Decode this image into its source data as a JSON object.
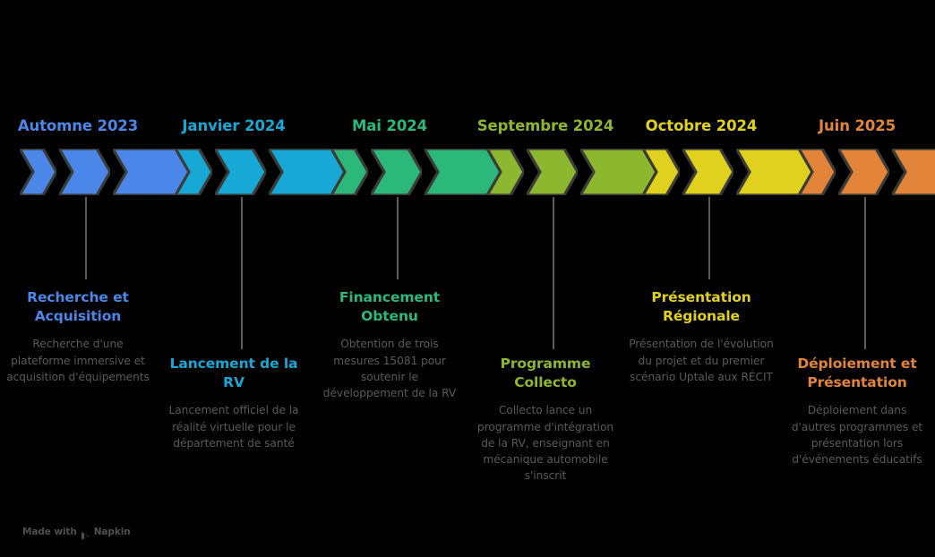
{
  "meta": {
    "background_color": "#000000",
    "description_color": "#5a5a58",
    "connector_color": "#5b5b5b",
    "chevron_stroke_color": "#3b3b38"
  },
  "footer": {
    "watermark_text": "Made with",
    "brand": "Napkin",
    "logo_icon": "play-triangle-icon"
  },
  "timeline": {
    "milestones": [
      {
        "date": "Automne 2023",
        "title": "Recherche et Acquisition",
        "description": "Recherche d'une plateforme immersive et acquisition d'équipements",
        "color": "#4a87e8",
        "position": "up"
      },
      {
        "date": "Janvier 2024",
        "title": "Lancement de la RV",
        "description": "Lancement officiel de la réalité virtuelle pour le département de santé",
        "color": "#17a8d6",
        "position": "down"
      },
      {
        "date": "Mai 2024",
        "title": "Financement Obtenu",
        "description": "Obtention de trois mesures 15081 pour soutenir le développement de la RV",
        "color": "#2cb87a",
        "position": "up"
      },
      {
        "date": "Septembre 2024",
        "title": "Programme Collecto",
        "description": "Collecto lance un programme d'intégration de la RV, enseignant en mécanique automobile s'inscrit",
        "color": "#8db72e",
        "position": "down"
      },
      {
        "date": "Octobre 2024",
        "title": "Présentation Régionale",
        "description": "Présentation de l'évolution du projet et du premier scénario Uptale aux RÉCIT",
        "color": "#e0d11e",
        "position": "up"
      },
      {
        "date": "Juin 2025",
        "title": "Déploiement et Présentation",
        "description": "Déploiement dans d'autres programmes et présentation lors d'événements éducatifs",
        "color": "#e2853a",
        "position": "down"
      }
    ]
  }
}
